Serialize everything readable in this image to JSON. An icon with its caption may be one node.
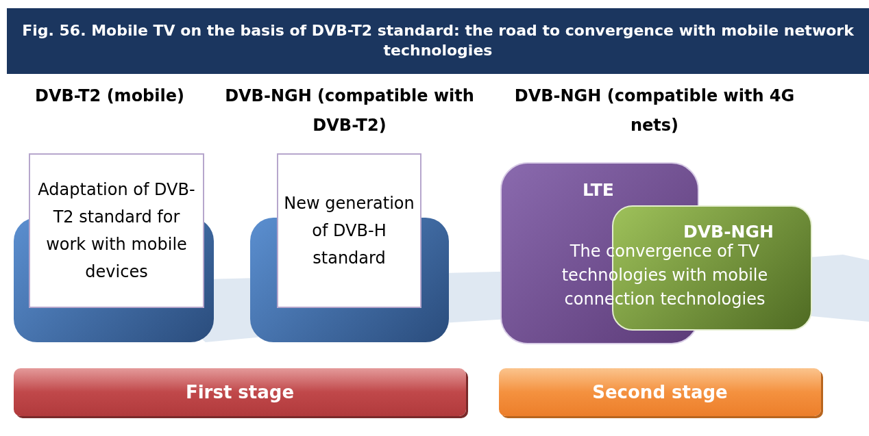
{
  "diagram": {
    "title": "Fig. 56. Mobile TV on the basis of DVB-T2 standard: the road to convergence with mobile network technologies",
    "nodes": [
      {
        "text": [
          "Adaptation of DVB-T2 standard for work with mobile devices"
        ]
      },
      {
        "text": [
          "New generation of DVB-H standard"
        ]
      },
      {
        "text": [
          "LTE"
        ]
      },
      {
        "text": [
          "DVB-NGH"
        ]
      },
      {
        "text": [
          "First stage"
        ]
      },
      {
        "text": [
          "Second stage"
        ]
      }
    ],
    "labels": [
      "DVB-T2 (mobile)",
      "DVB-NGH (compatible with DVB-T2)",
      "DVB-NGH (compatible with 4G nets)",
      "The convergence of TV technologies with mobile connection technologies"
    ]
  }
}
